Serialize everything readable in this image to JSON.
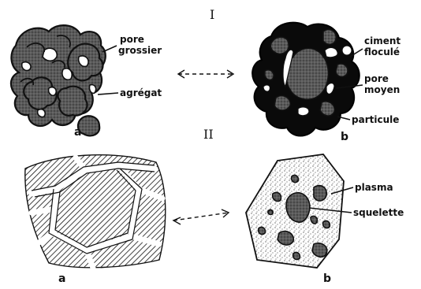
{
  "section_I": {
    "numeral": "I",
    "panel_a": {
      "sub_label": "a",
      "labels": [
        "pore",
        "grossier",
        "agrégat"
      ]
    },
    "panel_b": {
      "sub_label": "b",
      "labels": [
        "ciment",
        "floculé",
        "pore",
        "moyen",
        "particule"
      ]
    }
  },
  "section_II": {
    "numeral": "II",
    "panel_a": {
      "sub_label": "a"
    },
    "panel_b": {
      "sub_label": "b",
      "labels": [
        "plasma",
        "squelette"
      ]
    }
  },
  "colors": {
    "ink": "#111111",
    "fill_gray": "#555555",
    "background": "#ffffff"
  }
}
